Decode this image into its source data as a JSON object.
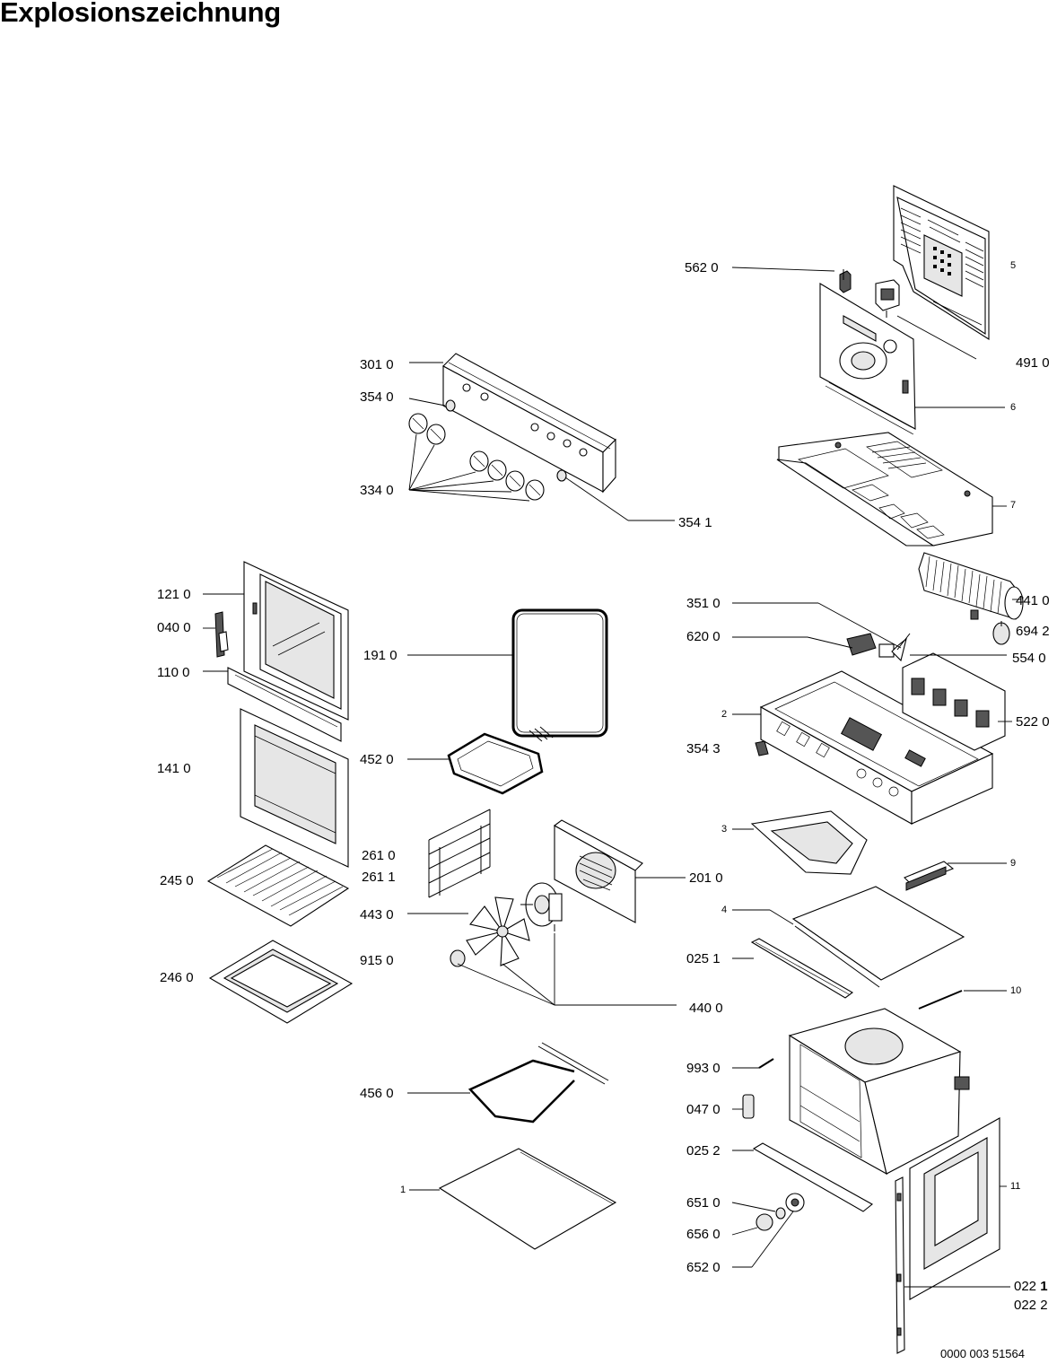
{
  "title": "Explosionszeichnung",
  "document_number": "0000 003 51564",
  "callouts": {
    "c562_0": "562 0",
    "c5": "5",
    "c491_0": "491 0",
    "c6": "6",
    "c301_0": "301 0",
    "c354_0": "354 0",
    "c334_0": "334 0",
    "c354_1": "354 1",
    "c7": "7",
    "c121_0": "121 0",
    "c040_0": "040 0",
    "c110_0": "110 0",
    "c191_0": "191 0",
    "c441_0": "441 0",
    "c351_0": "351 0",
    "c694_2": "694 2",
    "c620_0": "620 0",
    "c554_0": "554 0",
    "c2": "2",
    "c522_0": "522 0",
    "c141_0": "141 0",
    "c452_0": "452 0",
    "c354_3": "354 3",
    "c3": "3",
    "c261_0": "261 0",
    "c261_1": "261 1",
    "c245_0": "245 0",
    "c201_0": "201 0",
    "c9": "9",
    "c4": "4",
    "c443_0": "443 0",
    "c025_1": "025 1",
    "c915_0": "915 0",
    "c246_0": "246 0",
    "c440_0": "440 0",
    "c10": "10",
    "c993_0": "993 0",
    "c456_0": "456 0",
    "c047_0": "047 0",
    "c025_2": "025 2",
    "c1": "1",
    "c11": "11",
    "c651_0": "651 0",
    "c656_0": "656 0",
    "c652_0": "652 0",
    "c022_1_prefix": "022 ",
    "c022_1_suffix": "1",
    "c022_2": "022 2"
  }
}
